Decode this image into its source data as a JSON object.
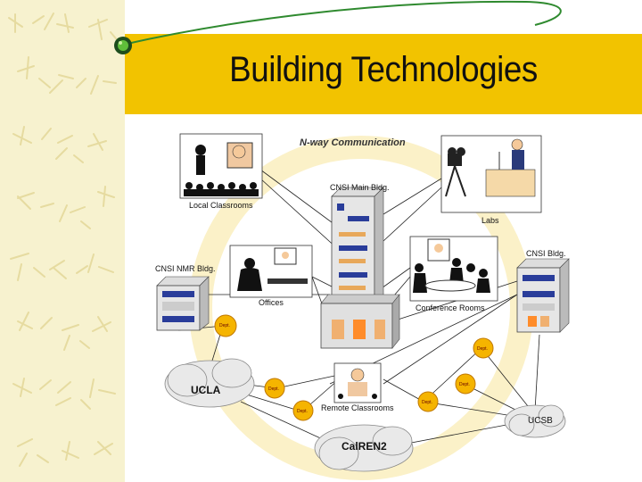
{
  "slide": {
    "title": "Building Technologies"
  },
  "diagram": {
    "center_label": "N-way Communication",
    "nodes": {
      "local_classrooms": "Local Classrooms",
      "cnsi_main": "CNSI Main Bldg.",
      "labs": "Labs",
      "cnsi_nmr": "CNSI NMR Bldg.",
      "offices": "Offices",
      "conference_rooms": "Conference Rooms",
      "cnsi_bldg": "CNSI Bldg.",
      "remote_classrooms": "Remote Classrooms",
      "ucla": "UCLA",
      "ucsb": "UCSB",
      "calren2": "CalREN2"
    },
    "dept_label": "Dept."
  },
  "colors": {
    "title_band": "#f2c300",
    "sidebar": "#f7f2cf",
    "ring": "#fbf1c8",
    "dept_node": "#f5b400"
  }
}
